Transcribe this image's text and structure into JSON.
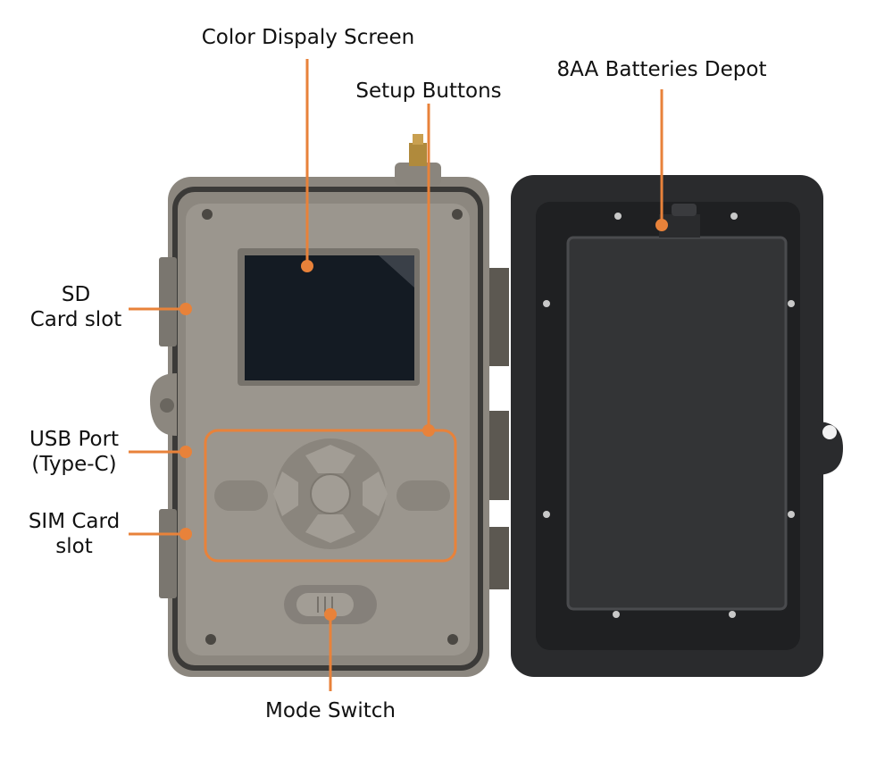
{
  "labels": {
    "color_display": "Color Dispaly Screen",
    "setup_buttons": "Setup Buttons",
    "batteries": "8AA Batteries Depot",
    "sd_line1": "SD",
    "sd_line2": "Card slot",
    "usb_line1": "USB Port",
    "usb_line2": "(Type-C)",
    "sim_line1": "SIM Card",
    "sim_line2": "slot",
    "mode_switch": "Mode Switch"
  },
  "colors": {
    "callout": "#e8823a",
    "body": "#8f8a82",
    "panel": "#9a958d",
    "lid": "#2a2b2d",
    "screen": "#141b23"
  },
  "icons": {
    "antenna": "antenna-connector-icon",
    "dpad": "dpad-icon"
  }
}
